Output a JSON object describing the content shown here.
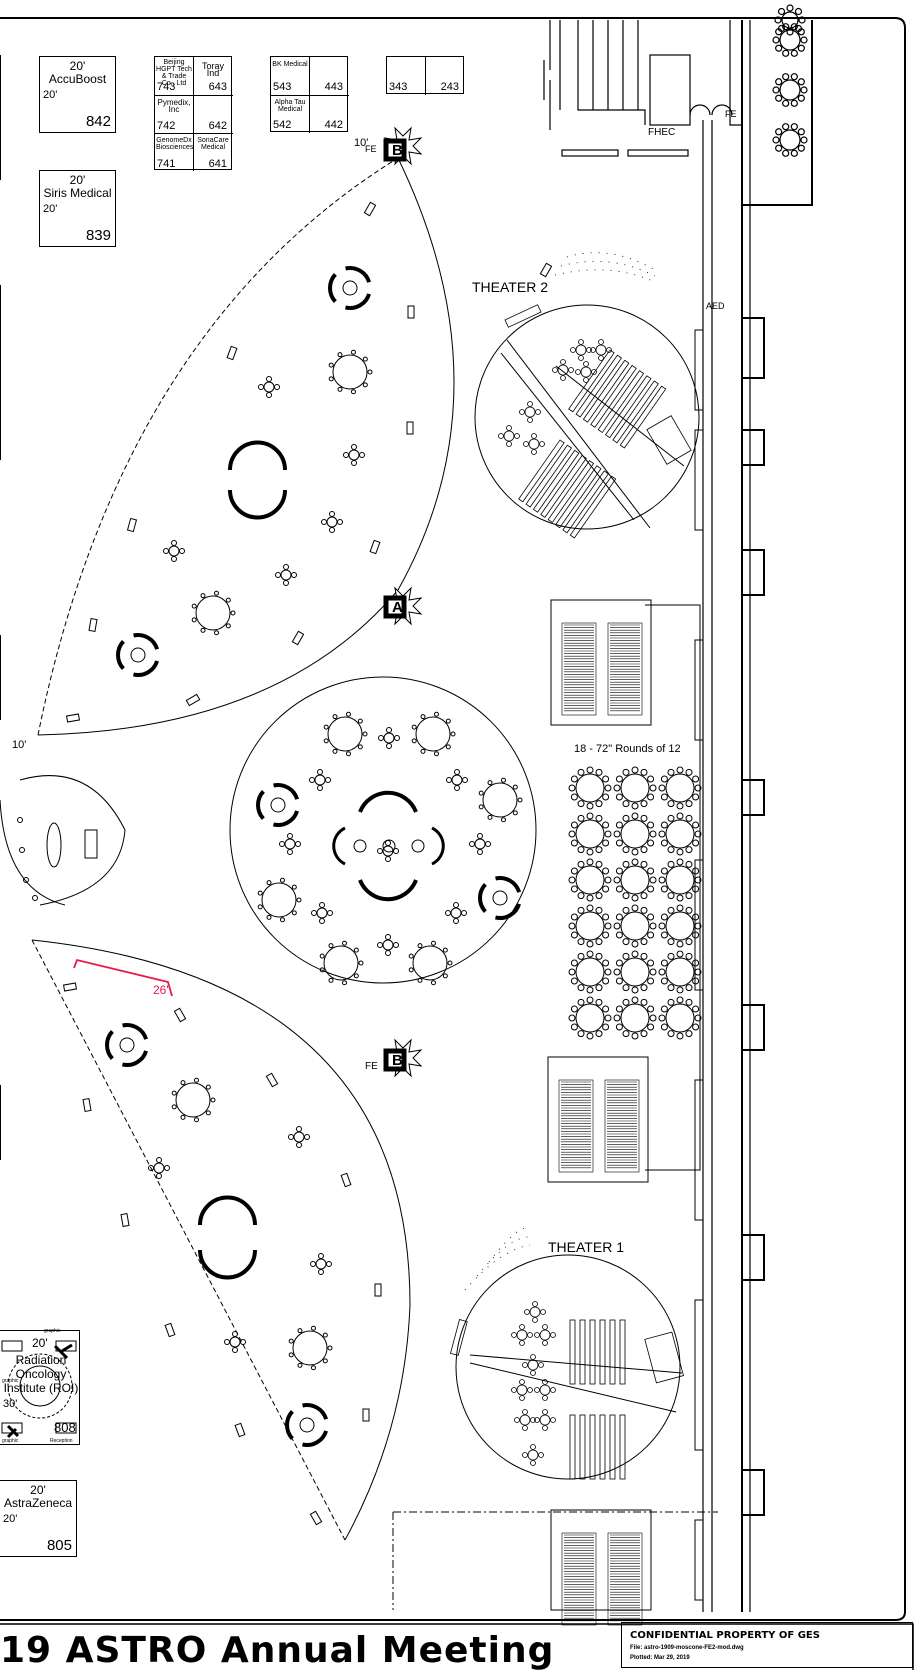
{
  "booths": [
    {
      "id": "accuboost",
      "dim_top": "20'",
      "name": "AccuBoost",
      "dim_left": "20'",
      "number": "842"
    },
    {
      "id": "siris",
      "dim_top": "20'",
      "name": "Siris Medical",
      "dim_left": "20'",
      "number": "839"
    },
    {
      "id": "astrazeneca",
      "dim_top": "20'",
      "name": "AstraZeneca",
      "dim_left": "20'",
      "number": "805"
    }
  ],
  "small_booths": {
    "block_a": [
      {
        "name": "Beijing HGPT Tech & Trade Co., Ltd",
        "number": "743"
      },
      {
        "name": "Toray Ind",
        "number": "643"
      },
      {
        "name": "Pymedix, Inc",
        "number": "742"
      },
      {
        "name": "",
        "number": "642"
      },
      {
        "name": "GenomeDx Biosciences",
        "number": "741"
      },
      {
        "name": "SonaCare Medical",
        "number": "641"
      }
    ],
    "block_b": [
      {
        "name": "BK Medical",
        "number": "543"
      },
      {
        "name": "",
        "number": "443"
      },
      {
        "name": "Alpha Tau Medical",
        "number": "542"
      },
      {
        "name": "",
        "number": "442"
      }
    ],
    "block_c": [
      {
        "name": "",
        "number": "343"
      },
      {
        "name": "",
        "number": "243"
      }
    ]
  },
  "roi_booth": {
    "dim_top": "20'",
    "name": "Radiation Oncology Institute (ROI)",
    "dim_left": "30'",
    "number": "808",
    "small_labels": [
      "graphic",
      "graphic",
      "graphic",
      "Reception"
    ]
  },
  "labels": {
    "theater_2": "THEATER 2",
    "theater_1": "THEATER 1",
    "rounds": "18 - 72\" Rounds of 12",
    "dim_10_top": "10'",
    "dim_10_left": "10'",
    "dim_26": "26'",
    "fhec": "FHEC",
    "fe": "FE",
    "aed": "AED",
    "pillar_a": "A",
    "pillar_b_top": "B",
    "pillar_b_bottom": "B"
  },
  "footer": {
    "title": "19  ASTRO  Annual  Meeting",
    "confidential": "CONFIDENTIAL  PROPERTY  OF  GES",
    "file": "File: astro-1909-moscone-FE2-mod.dwg",
    "plotted": "Plotted: Mar 29, 2019"
  },
  "colors": {
    "line": "#000000",
    "accent": "#e8194b",
    "background": "#ffffff"
  }
}
